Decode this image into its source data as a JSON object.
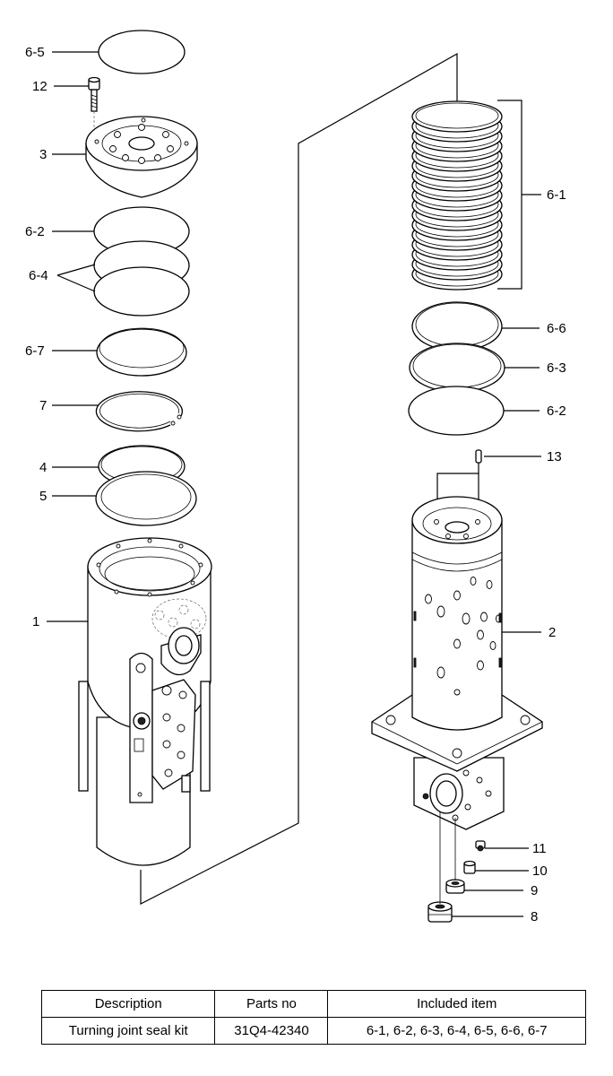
{
  "labels": {
    "l_6_5": "6-5",
    "l_12": "12",
    "l_3": "3",
    "l_6_2a": "6-2",
    "l_6_4": "6-4",
    "l_6_7": "6-7",
    "l_7": "7",
    "l_4": "4",
    "l_5": "5",
    "l_1": "1",
    "l_6_1": "6-1",
    "l_6_6": "6-6",
    "l_6_3": "6-3",
    "l_6_2b": "6-2",
    "l_13": "13",
    "l_2": "2",
    "l_11": "11",
    "l_10": "10",
    "l_9": "9",
    "l_8": "8"
  },
  "table": {
    "headers": [
      "Description",
      "Parts no",
      "Included item"
    ],
    "rows": [
      [
        "Turning joint seal kit",
        "31Q4-42340",
        "6-1, 6-2, 6-3, 6-4, 6-5, 6-6, 6-7"
      ]
    ]
  }
}
